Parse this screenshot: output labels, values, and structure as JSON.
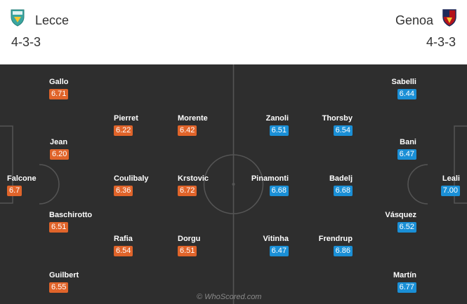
{
  "home": {
    "name": "Lecce",
    "formation": "4-3-3",
    "color": "#e0642a",
    "crest_icon": "lecce-crest-icon",
    "players": [
      {
        "name": "Gallo",
        "rating": "6.71"
      },
      {
        "name": "Pierret",
        "rating": "6.22"
      },
      {
        "name": "Morente",
        "rating": "6.42"
      },
      {
        "name": "Jean",
        "rating": "6.20"
      },
      {
        "name": "Falcone",
        "rating": "6.7"
      },
      {
        "name": "Coulibaly",
        "rating": "6.36"
      },
      {
        "name": "Krstovic",
        "rating": "6.72"
      },
      {
        "name": "Baschirotto",
        "rating": "6.51"
      },
      {
        "name": "Rafia",
        "rating": "6.54"
      },
      {
        "name": "Dorgu",
        "rating": "6.51"
      },
      {
        "name": "Guilbert",
        "rating": "6.55"
      }
    ]
  },
  "away": {
    "name": "Genoa",
    "formation": "4-3-3",
    "color": "#1a8fd6",
    "crest_icon": "genoa-crest-icon",
    "players": [
      {
        "name": "Sabelli",
        "rating": "6.44"
      },
      {
        "name": "Zanoli",
        "rating": "6.51"
      },
      {
        "name": "Thorsby",
        "rating": "6.54"
      },
      {
        "name": "Bani",
        "rating": "6.47"
      },
      {
        "name": "Pinamonti",
        "rating": "6.68"
      },
      {
        "name": "Badelj",
        "rating": "6.68"
      },
      {
        "name": "Leali",
        "rating": "7.00"
      },
      {
        "name": "Vásquez",
        "rating": "6.52"
      },
      {
        "name": "Vitinha",
        "rating": "6.47"
      },
      {
        "name": "Frendrup",
        "rating": "6.86"
      },
      {
        "name": "Martín",
        "rating": "6.77"
      }
    ]
  },
  "pitch_color": "#2e2e2e",
  "line_color": "#555555",
  "watermark": "© WhoScored.com"
}
